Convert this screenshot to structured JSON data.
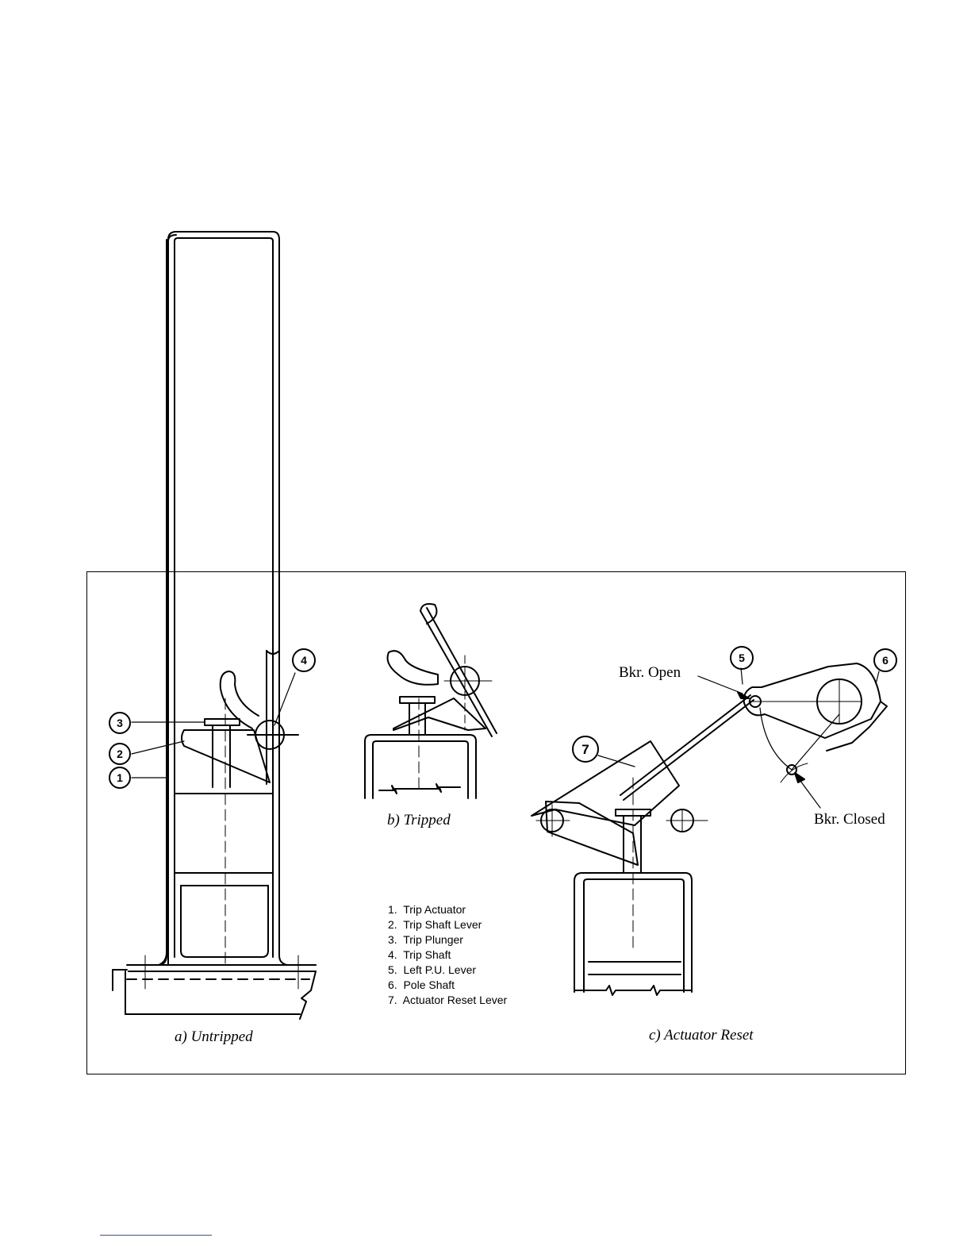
{
  "callouts": [
    "1",
    "2",
    "3",
    "4",
    "5",
    "6",
    "7"
  ],
  "captions": {
    "a": "a) Untripped",
    "b": "b) Tripped",
    "c": "c) Actuator Reset"
  },
  "labels": {
    "bkr_open": "Bkr. Open",
    "bkr_closed": "Bkr. Closed"
  },
  "legend": [
    "1.  Trip Actuator",
    "2.  Trip Shaft Lever",
    "3.  Trip Plunger",
    "4.  Trip Shaft",
    "5.  Left P.U. Lever",
    "6.  Pole Shaft",
    "7.  Actuator Reset Lever"
  ]
}
